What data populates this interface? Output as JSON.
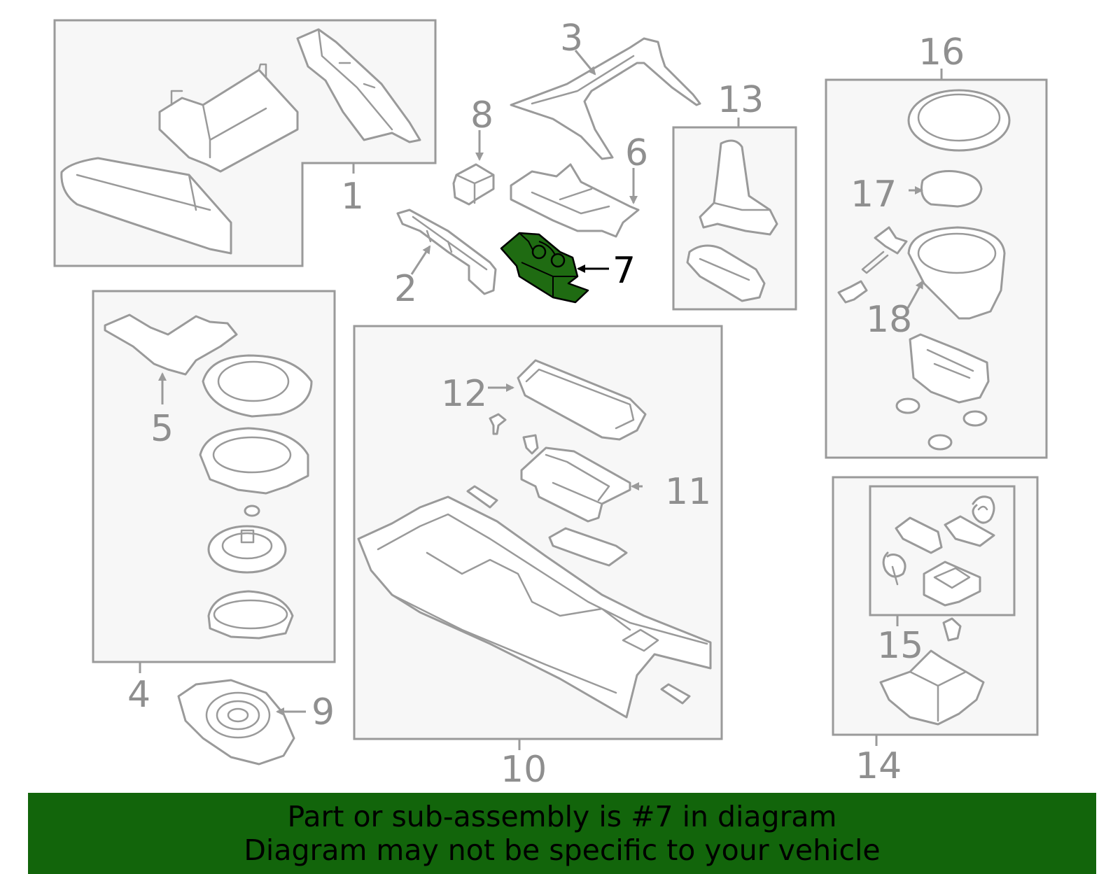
{
  "colors": {
    "banner_bg": "#12650b",
    "highlight_part": "#1f6b12",
    "outline_gray": "#9a9a9a",
    "label_gray": "#8f8f8f",
    "box_fill": "#f7f7f7"
  },
  "callouts": {
    "c1": "1",
    "c2": "2",
    "c3": "3",
    "c4": "4",
    "c5": "5",
    "c6": "6",
    "c7": "7",
    "c8": "8",
    "c9": "9",
    "c10": "10",
    "c11": "11",
    "c12": "12",
    "c13": "13",
    "c14": "14",
    "c15": "15",
    "c16": "16",
    "c17": "17",
    "c18": "18"
  },
  "highlighted_part": "7",
  "banner": {
    "line1": "Part or sub-assembly is #7 in diagram",
    "line2": "Diagram may not be specific to your vehicle"
  }
}
